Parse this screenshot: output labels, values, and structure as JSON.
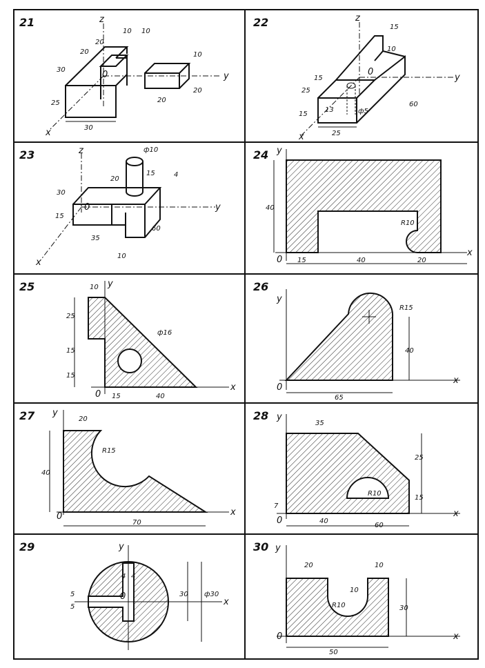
{
  "problems": [
    {
      "number": "21",
      "axes": {
        "x": "x",
        "y": "y",
        "z": "z",
        "origin": "0"
      },
      "dims": [
        "10",
        "10",
        "20",
        "20",
        "30",
        "25",
        "10",
        "20",
        "20",
        "30"
      ]
    },
    {
      "number": "22",
      "axes": {
        "x": "x",
        "y": "y",
        "z": "z",
        "origin": "0"
      },
      "dims": [
        "15",
        "10",
        "15",
        "25",
        "15",
        "13",
        "ф5",
        "25",
        "60"
      ]
    },
    {
      "number": "23",
      "axes": {
        "x": "x",
        "y": "y",
        "z": "z",
        "origin": "0"
      },
      "dims": [
        "ф10",
        "20",
        "15",
        "4",
        "30",
        "15",
        "35",
        "60",
        "10"
      ]
    },
    {
      "number": "24",
      "axes": {
        "x": "x",
        "y": "y",
        "origin": "0"
      },
      "dims": [
        "40",
        "R10",
        "15",
        "40",
        "20"
      ]
    },
    {
      "number": "25",
      "axes": {
        "x": "x",
        "y": "y",
        "origin": "0"
      },
      "dims": [
        "10",
        "25",
        "15",
        "15",
        "ф16",
        "15",
        "40"
      ]
    },
    {
      "number": "26",
      "axes": {
        "x": "x",
        "y": "y",
        "origin": "0"
      },
      "dims": [
        "R15",
        "40",
        "65"
      ]
    },
    {
      "number": "27",
      "axes": {
        "x": "x",
        "y": "y",
        "origin": "0"
      },
      "dims": [
        "20",
        "R15",
        "40",
        "70"
      ]
    },
    {
      "number": "28",
      "axes": {
        "x": "x",
        "y": "y",
        "origin": "0"
      },
      "dims": [
        "35",
        "25",
        "15",
        "R10",
        "7",
        "40",
        "60"
      ]
    },
    {
      "number": "29",
      "axes": {
        "x": "x",
        "y": "y",
        "origin": "0"
      },
      "dims": [
        "4",
        "4",
        "5",
        "5",
        "30",
        "ф30"
      ]
    },
    {
      "number": "30",
      "axes": {
        "x": "x",
        "y": "y",
        "origin": "0"
      },
      "dims": [
        "20",
        "10",
        "10",
        "R10",
        "30",
        "50"
      ]
    }
  ]
}
